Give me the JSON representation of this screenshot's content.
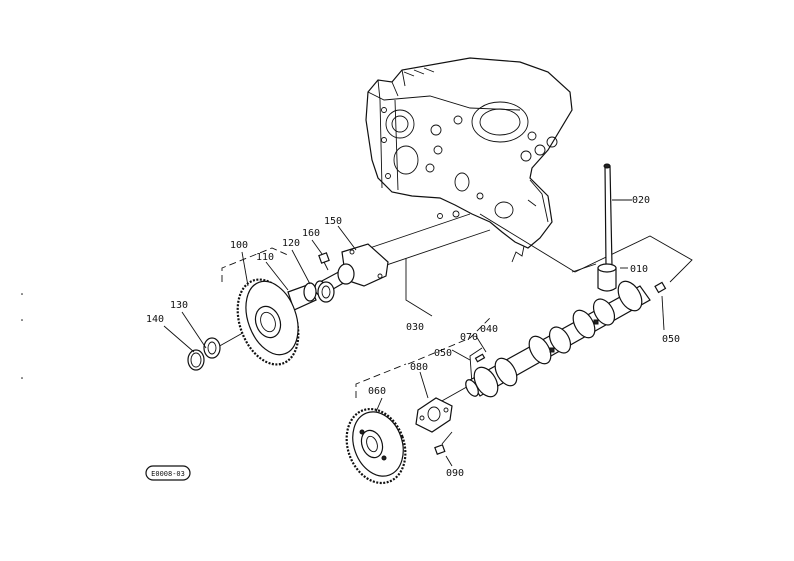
{
  "labels": {
    "p010": "010",
    "p020": "020",
    "p030": "030",
    "p040": "040",
    "p050a": "050",
    "p050b": "050",
    "p060": "060",
    "p070": "070",
    "p080": "080",
    "p090": "090",
    "p100": "100",
    "p110": "110",
    "p120": "120",
    "p130": "130",
    "p140": "140",
    "p150": "150",
    "p160": "160"
  },
  "figure_code": "E0008-03"
}
